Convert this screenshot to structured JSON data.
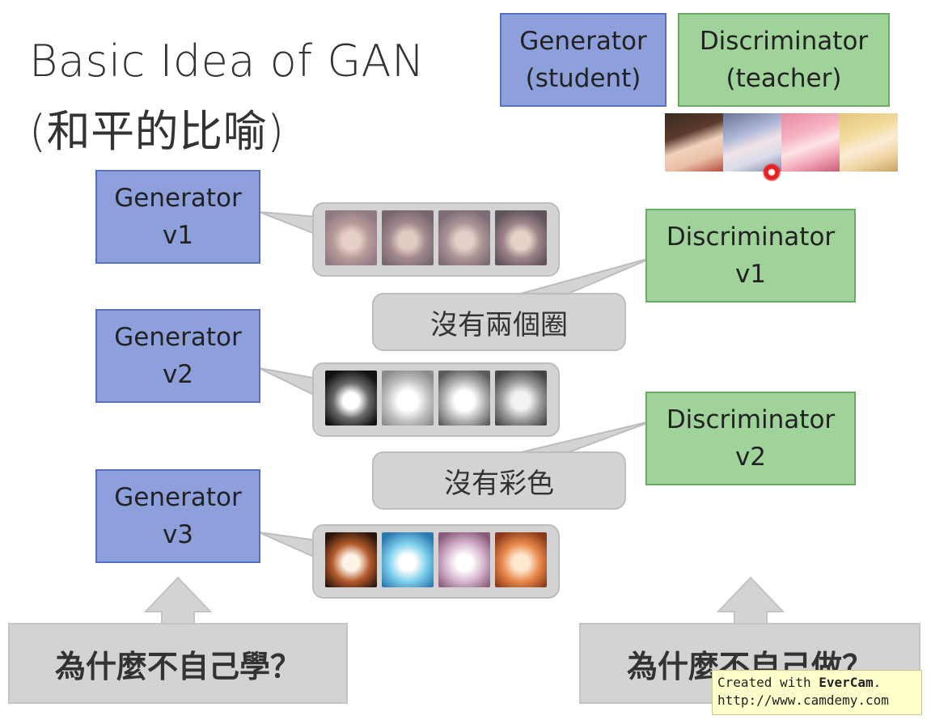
{
  "title": {
    "line1": "Basic Idea of GAN",
    "line2": "(和平的比喻)"
  },
  "legend": {
    "generator": {
      "line1": "Generator",
      "line2": "(student)"
    },
    "discriminator": {
      "line1": "Discriminator",
      "line2": "(teacher)"
    }
  },
  "generators": [
    {
      "line1": "Generator",
      "line2": "v1"
    },
    {
      "line1": "Generator",
      "line2": "v2"
    },
    {
      "line1": "Generator",
      "line2": "v3"
    }
  ],
  "discriminators": [
    {
      "line1": "Discriminator",
      "line2": "v1"
    },
    {
      "line1": "Discriminator",
      "line2": "v2"
    }
  ],
  "feedback": [
    "沒有兩個圈",
    "沒有彩色"
  ],
  "questions": {
    "left": "為什麼不自己學？",
    "right": "為什麼不自己做？"
  },
  "watermark": {
    "prefix": "Created with ",
    "brand": "EverCam",
    "suffix": ".",
    "url": "http://www.camdemy.com"
  },
  "colors": {
    "generator_box": "#8ea0dc",
    "discriminator_box": "#9fd39a",
    "bubble": "#d3d3d3",
    "pointer": "#e82020"
  }
}
